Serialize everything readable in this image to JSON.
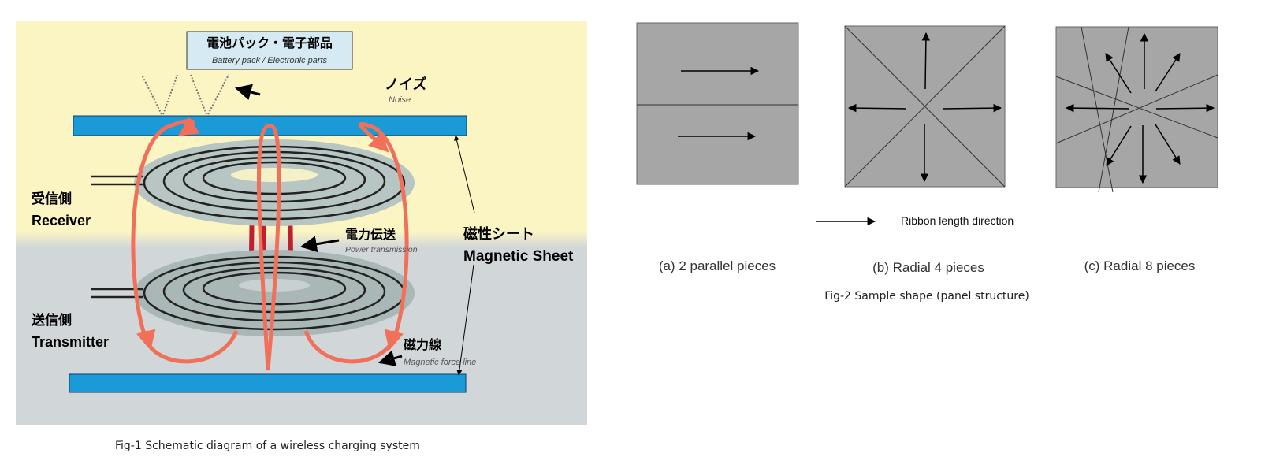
{
  "fig1": {
    "component_box": {
      "jp": "電池パック・電子部品",
      "en": "Battery pack / Electronic parts"
    },
    "noise": {
      "jp": "ノイズ",
      "en": "Noise"
    },
    "receiver": {
      "jp": "受信側",
      "en": "Receiver"
    },
    "transmitter": {
      "jp": "送信側",
      "en": "Transmitter"
    },
    "power": {
      "jp": "電力伝送",
      "en": "Power transmission"
    },
    "sheet": {
      "jp": "磁性シート",
      "en": "Magnetic Sheet"
    },
    "force_line": {
      "jp": "磁力線",
      "en": "Magnetic force line"
    },
    "caption": "Fig-1 Schematic diagram of a wireless charging system",
    "colors": {
      "sheet": "#1a9ad6",
      "field": "#f0705a",
      "power": "#c0202e",
      "top_bg": "#fbf5c4",
      "bottom_bg": "#d1d6d9"
    }
  },
  "fig2": {
    "legend": "Ribbon length direction",
    "panels": [
      {
        "label": "(a) 2 parallel pieces"
      },
      {
        "label": "(b) Radial 4 pieces"
      },
      {
        "label": "(c) Radial 8 pieces"
      }
    ],
    "caption": "Fig-2 Sample shape (panel structure)",
    "colors": {
      "panel": "#a6a6a6"
    }
  }
}
